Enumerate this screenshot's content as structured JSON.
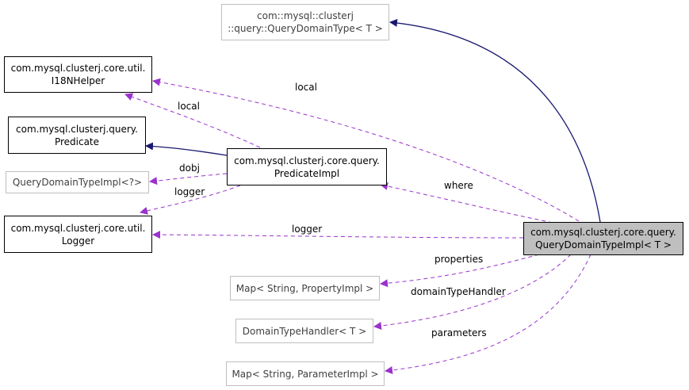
{
  "nodes": {
    "query_domain_type": {
      "line1": "com::mysql::clusterj",
      "line2": "::query::QueryDomainType< T >"
    },
    "i18n_helper": {
      "line1": "com.mysql.clusterj.core.util.",
      "line2": "I18NHelper"
    },
    "predicate": {
      "line1": "com.mysql.clusterj.query.",
      "line2": "Predicate"
    },
    "predicate_impl": {
      "line1": "com.mysql.clusterj.core.query.",
      "line2": "PredicateImpl"
    },
    "query_domain_type_impl_wild": {
      "line1": "QueryDomainTypeImpl<?>"
    },
    "logger": {
      "line1": "com.mysql.clusterj.core.util.",
      "line2": "Logger"
    },
    "main": {
      "line1": "com.mysql.clusterj.core.query.",
      "line2": "QueryDomainTypeImpl< T >"
    },
    "map_property": {
      "line1": "Map< String, PropertyImpl >"
    },
    "domain_type_handler": {
      "line1": "DomainTypeHandler< T >"
    },
    "map_parameter": {
      "line1": "Map< String, ParameterImpl >"
    }
  },
  "edge_labels": {
    "local_main": "local",
    "local_pred": "local",
    "dobj": "dobj",
    "logger_pred": "logger",
    "where": "where",
    "logger_main": "logger",
    "properties": "properties",
    "domain_type_handler": "domainTypeHandler",
    "parameters": "parameters"
  },
  "colors": {
    "inheritance": "#191970",
    "usage": "#9a32cd",
    "main_fill": "#bfbfbf",
    "external_border": "#bfbfbf"
  }
}
